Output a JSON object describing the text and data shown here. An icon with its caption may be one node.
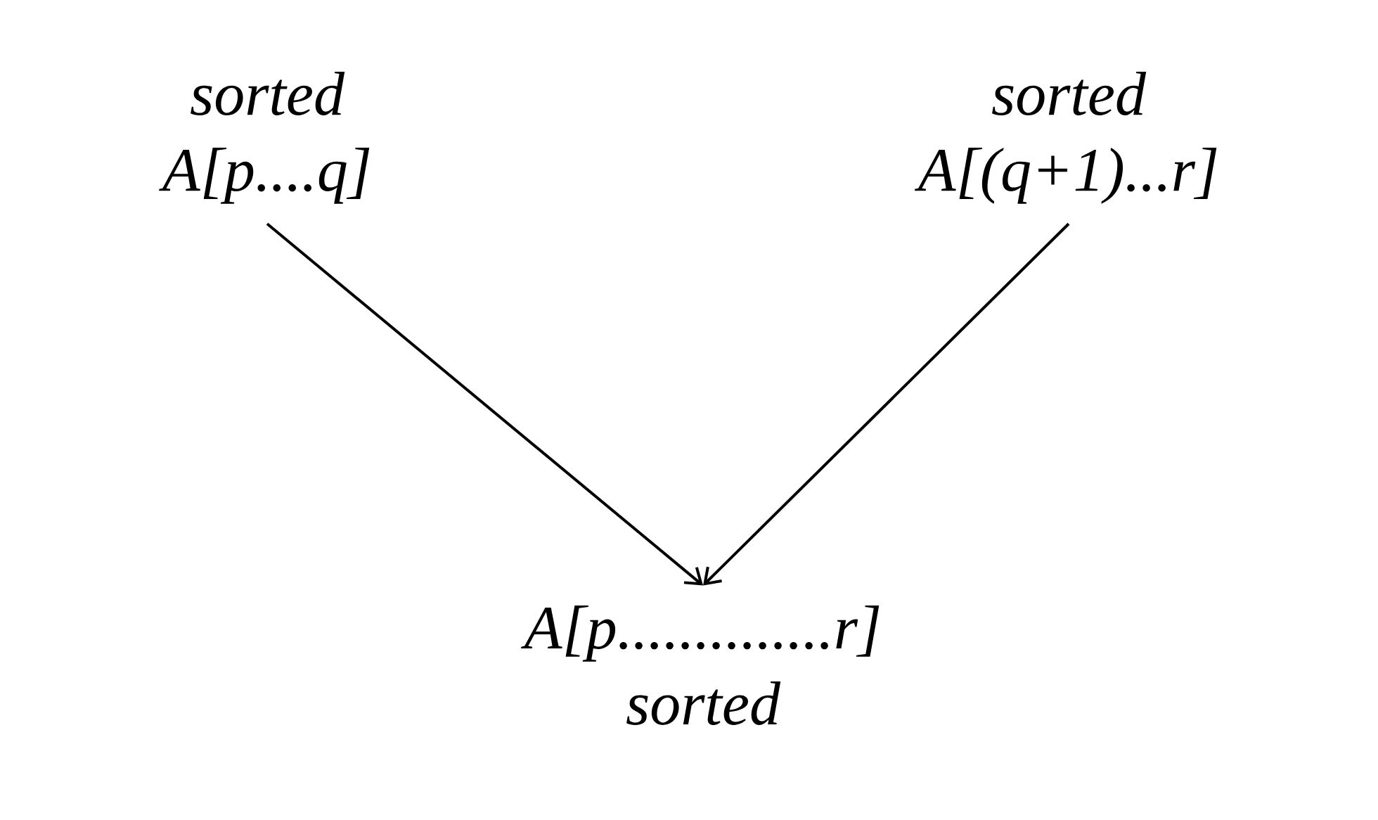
{
  "diagram": {
    "nodes": [
      {
        "text": [
          "sorted",
          "A[p....q]"
        ]
      },
      {
        "text": [
          "sorted",
          "A[(q+1)...r]"
        ]
      },
      {
        "text": [
          "A[p..............r]",
          "sorted"
        ]
      }
    ],
    "edges": [
      {
        "from": 0,
        "to": 2,
        "arrow": "to"
      },
      {
        "from": 1,
        "to": 2,
        "arrow": "to"
      }
    ]
  }
}
